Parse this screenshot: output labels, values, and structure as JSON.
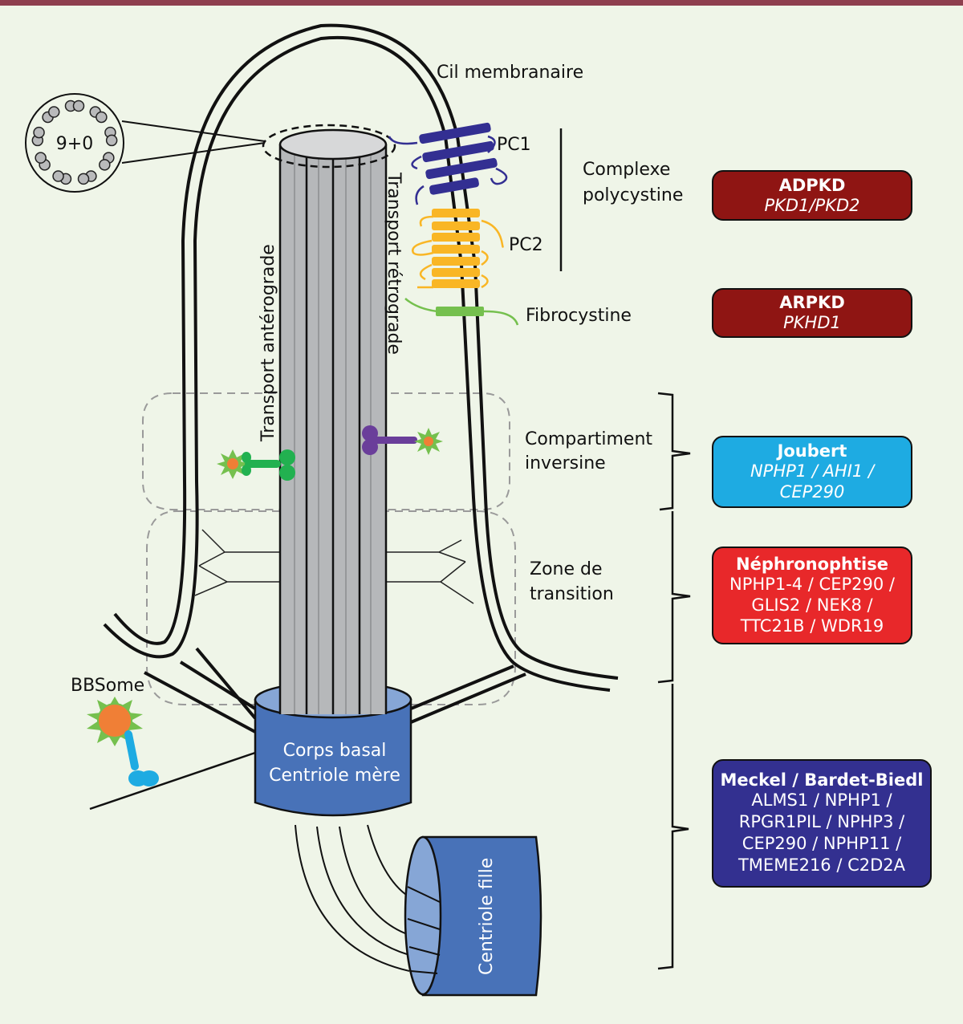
{
  "colors": {
    "background": "#eff5e8",
    "top_bar": "#8e3f4e",
    "axoneme": "#b6b8ba",
    "basal_body": "#4872b8",
    "basal_body_inner": "#86a6d6",
    "pc1": "#332f92",
    "pc2": "#f9b625",
    "fibrocystine": "#75c04e",
    "adpkd": "#8f1513",
    "arpkd": "#8f1513",
    "joubert": "#1eabe2",
    "nephronophtise": "#e8282a",
    "meckel": "#333090"
  },
  "labels": {
    "cil_membranaire": "Cil membranaire",
    "nine_plus_zero": "9+0",
    "pc1": "PC1",
    "pc2": "PC2",
    "complexe_line1": "Complexe",
    "complexe_line2": "polycystine",
    "fibrocystine": "Fibrocystine",
    "transport_retrograde": "Transport rétrograde",
    "transport_anterograde": "Transport antérograde",
    "compartiment_line1": "Compartiment",
    "compartiment_line2": "inversine",
    "zone_line1": "Zone de",
    "zone_line2": "transition",
    "bbsome": "BBSome",
    "corps_basal_line1": "Corps basal",
    "corps_basal_line2": "Centriole mère",
    "centriole_fille": "Centriole fille"
  },
  "diseases": [
    {
      "id": "adpkd",
      "title": "ADPKD",
      "genes": [
        "PKD1/PKD2"
      ],
      "italic": true
    },
    {
      "id": "arpkd",
      "title": "ARPKD",
      "genes": [
        "PKHD1"
      ],
      "italic": true
    },
    {
      "id": "joubert",
      "title": "Joubert",
      "genes": [
        "NPHP1 / AHI1 /",
        "CEP290"
      ],
      "italic": true
    },
    {
      "id": "nephronophtise",
      "title": "Néphronophtise",
      "genes": [
        "NPHP1-4 / CEP290 /",
        "GLIS2 / NEK8 /",
        "TTC21B / WDR19"
      ],
      "italic": false
    },
    {
      "id": "meckel",
      "title": "Meckel / Bardet-Biedl",
      "genes": [
        "ALMS1 / NPHP1 /",
        "RPGR1PIL / NPHP3 /",
        "CEP290 / NPHP11 /",
        "TMEME216 / C2D2A"
      ],
      "italic": false
    }
  ]
}
